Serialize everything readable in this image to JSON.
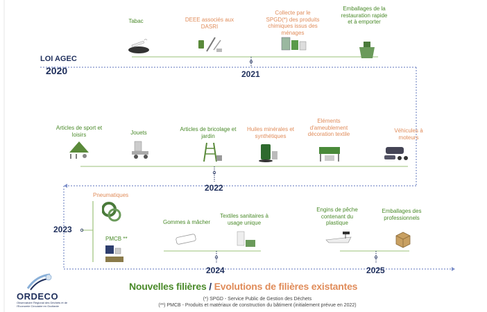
{
  "header": {
    "law_label": "LOI AGEC",
    "year_2020": "2020"
  },
  "years": {
    "y2021": "2021",
    "y2022": "2022",
    "y2023": "2023",
    "y2024": "2024",
    "y2025": "2025"
  },
  "items_2021": {
    "tabac": "Tabac",
    "deee": "DEEE associés aux DASRI",
    "spgd": "Collecte par le SPGD(*) des produits chimiques issus des ménages",
    "emballages_resto": "Emballages de la restauration rapide et à emporter"
  },
  "items_2022": {
    "sport": "Articles de sport et loisirs",
    "jouets": "Jouets",
    "bricolage": "Articles de  bricolage et jardin",
    "huiles": "Huiles minérales et synthétiques",
    "ameublement": "Eléments d'ameublement décoration textile",
    "vehicules": "Véhicules à moteurs"
  },
  "items_2023": {
    "pneumatiques": "Pneumatiques",
    "pmcb": "PMCB **"
  },
  "items_2024": {
    "gommes": "Gommes à mâcher",
    "textiles": "Textiles sanitaires à usage unique"
  },
  "items_2025": {
    "peche": "Engins de pêche contenant du plastique",
    "emballages_pro": "Emballages des professionnels"
  },
  "legend": {
    "new_label": "Nouvelles filières",
    "separator": " / ",
    "evol_label": "Evolutions de filières existantes"
  },
  "footnotes": {
    "note1": "(*) SPGD - Service Public de Gestion des Déchets",
    "note2": "(**) PMCB - Produits et matériaux de construction du bâtiment (initialement prévue en 2022)"
  },
  "logo": {
    "name": "ORDECO",
    "subtitle": "Observatoire Régional des Déchets et de l'Economie Circulaire en Occitanie"
  },
  "colors": {
    "green": "#4a8a2a",
    "orange": "#e08c5a",
    "navy": "#1f2f5c",
    "timeline_blue": "#7d8fc9"
  }
}
